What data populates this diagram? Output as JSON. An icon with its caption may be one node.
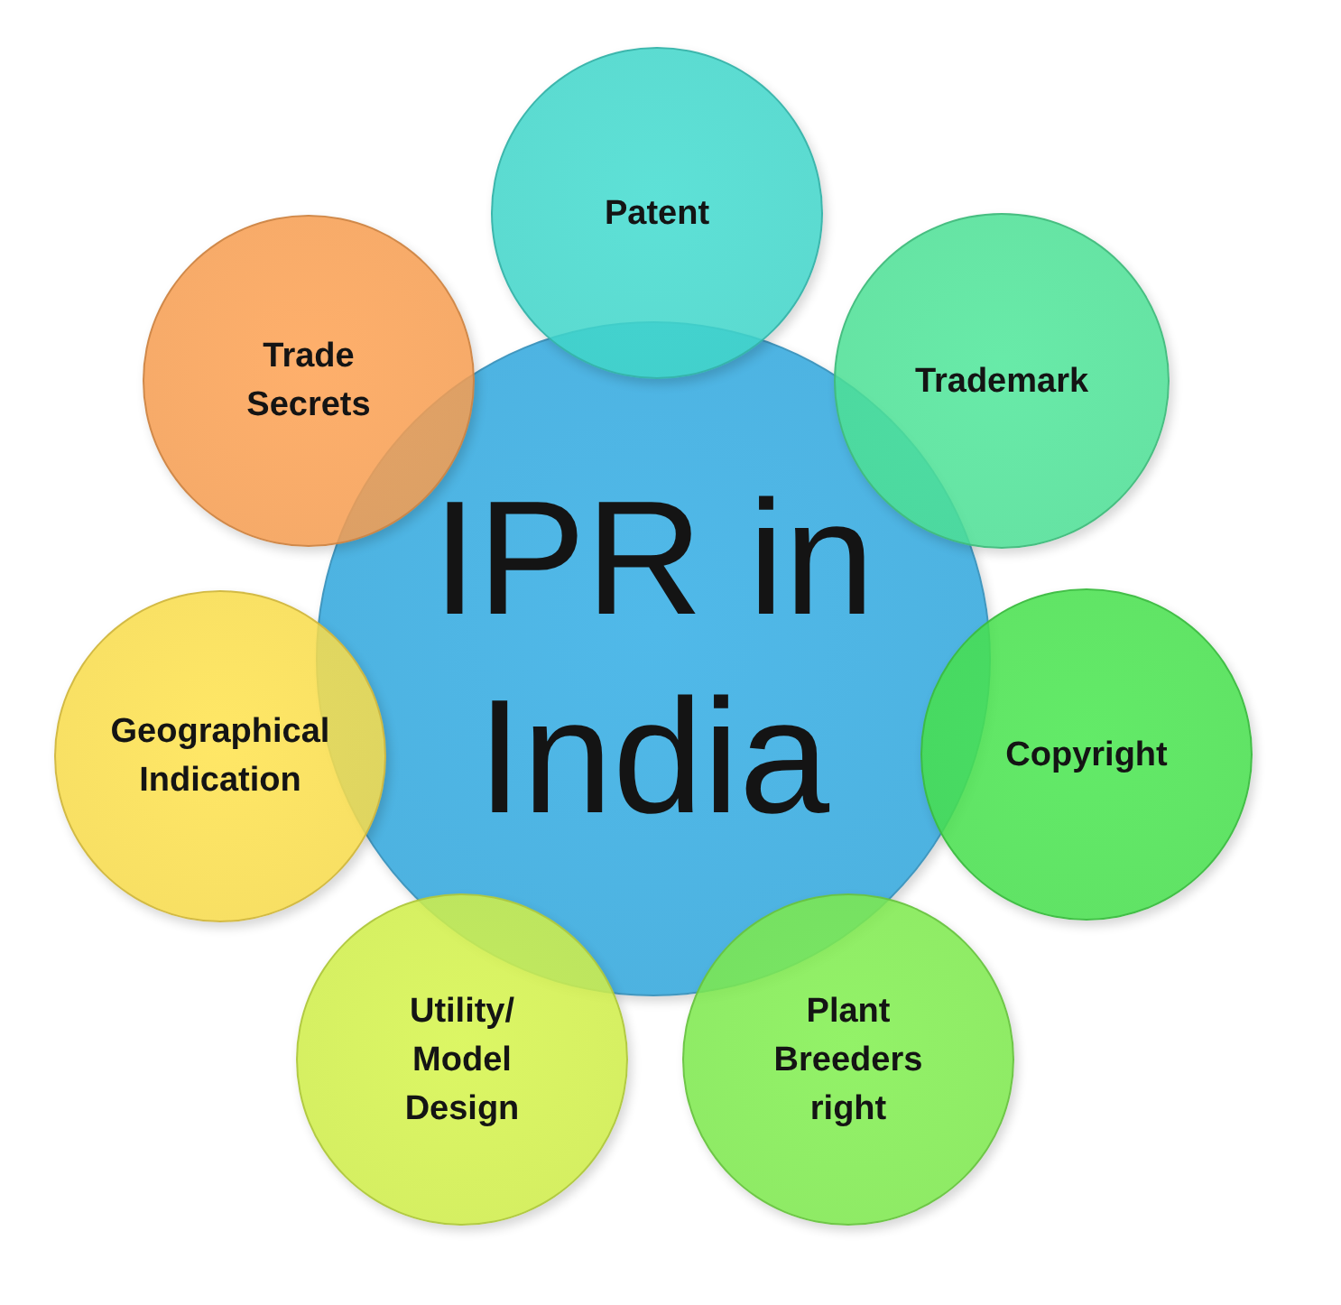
{
  "diagram": {
    "nodes": [
      {
        "text": [
          "IPR in India"
        ]
      },
      {
        "text": [
          "Patent"
        ]
      },
      {
        "text": [
          "Trademark"
        ]
      },
      {
        "text": [
          "Copyright"
        ]
      },
      {
        "text": [
          "Plant Breeders right"
        ]
      },
      {
        "text": [
          "Utility/ Model Design"
        ]
      },
      {
        "text": [
          "Geographical Indication"
        ]
      },
      {
        "text": [
          "Trade Secrets"
        ]
      }
    ]
  }
}
